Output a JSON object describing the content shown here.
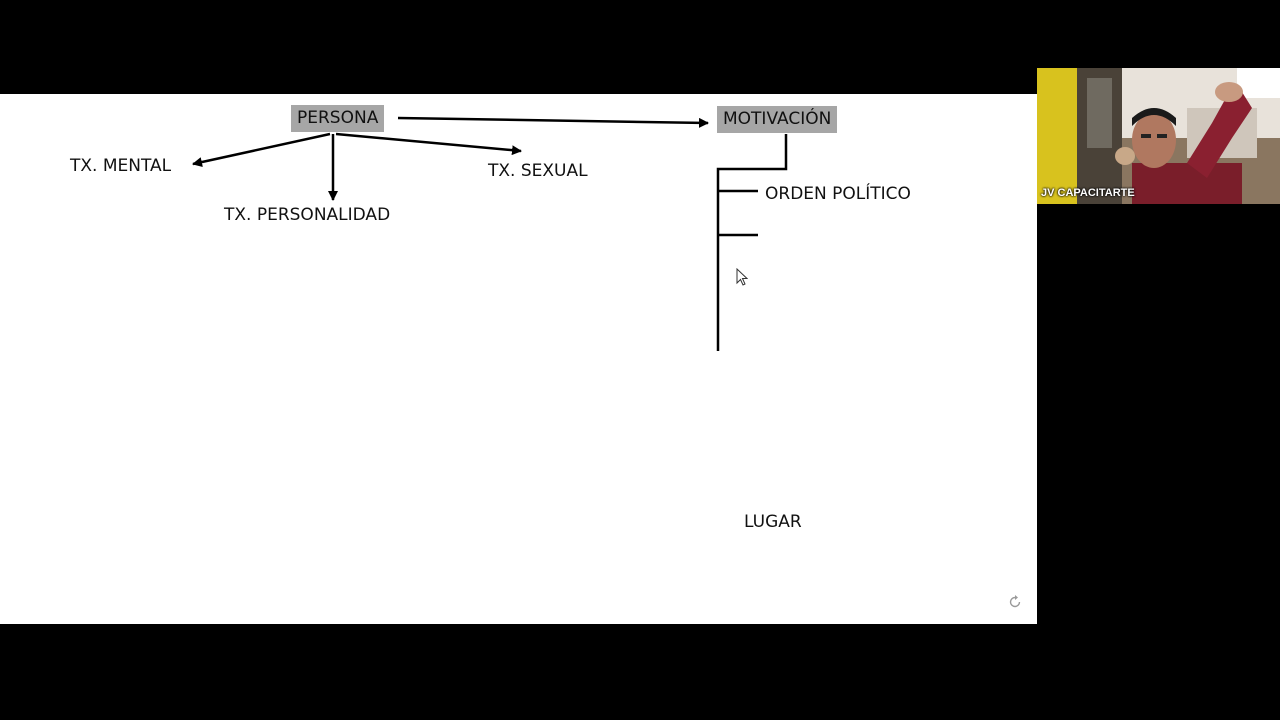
{
  "board": {
    "nodes": {
      "persona": "PERSONA",
      "motivacion": "MOTIVACIÓN",
      "tx_mental": "TX. MENTAL",
      "tx_personalidad": "TX. PERSONALIDAD",
      "tx_sexual": "TX. SEXUAL",
      "orden_politico": "ORDEN POLÍTICO",
      "lugar": "LUGAR"
    },
    "colors": {
      "background": "#ffffff",
      "box_fill": "#a6a6a6",
      "ink": "#000000"
    },
    "refresh_icon": "refresh-icon"
  },
  "participant": {
    "name": "JV CAPACITARTE"
  },
  "cursor_icon": "mouse-pointer-icon"
}
